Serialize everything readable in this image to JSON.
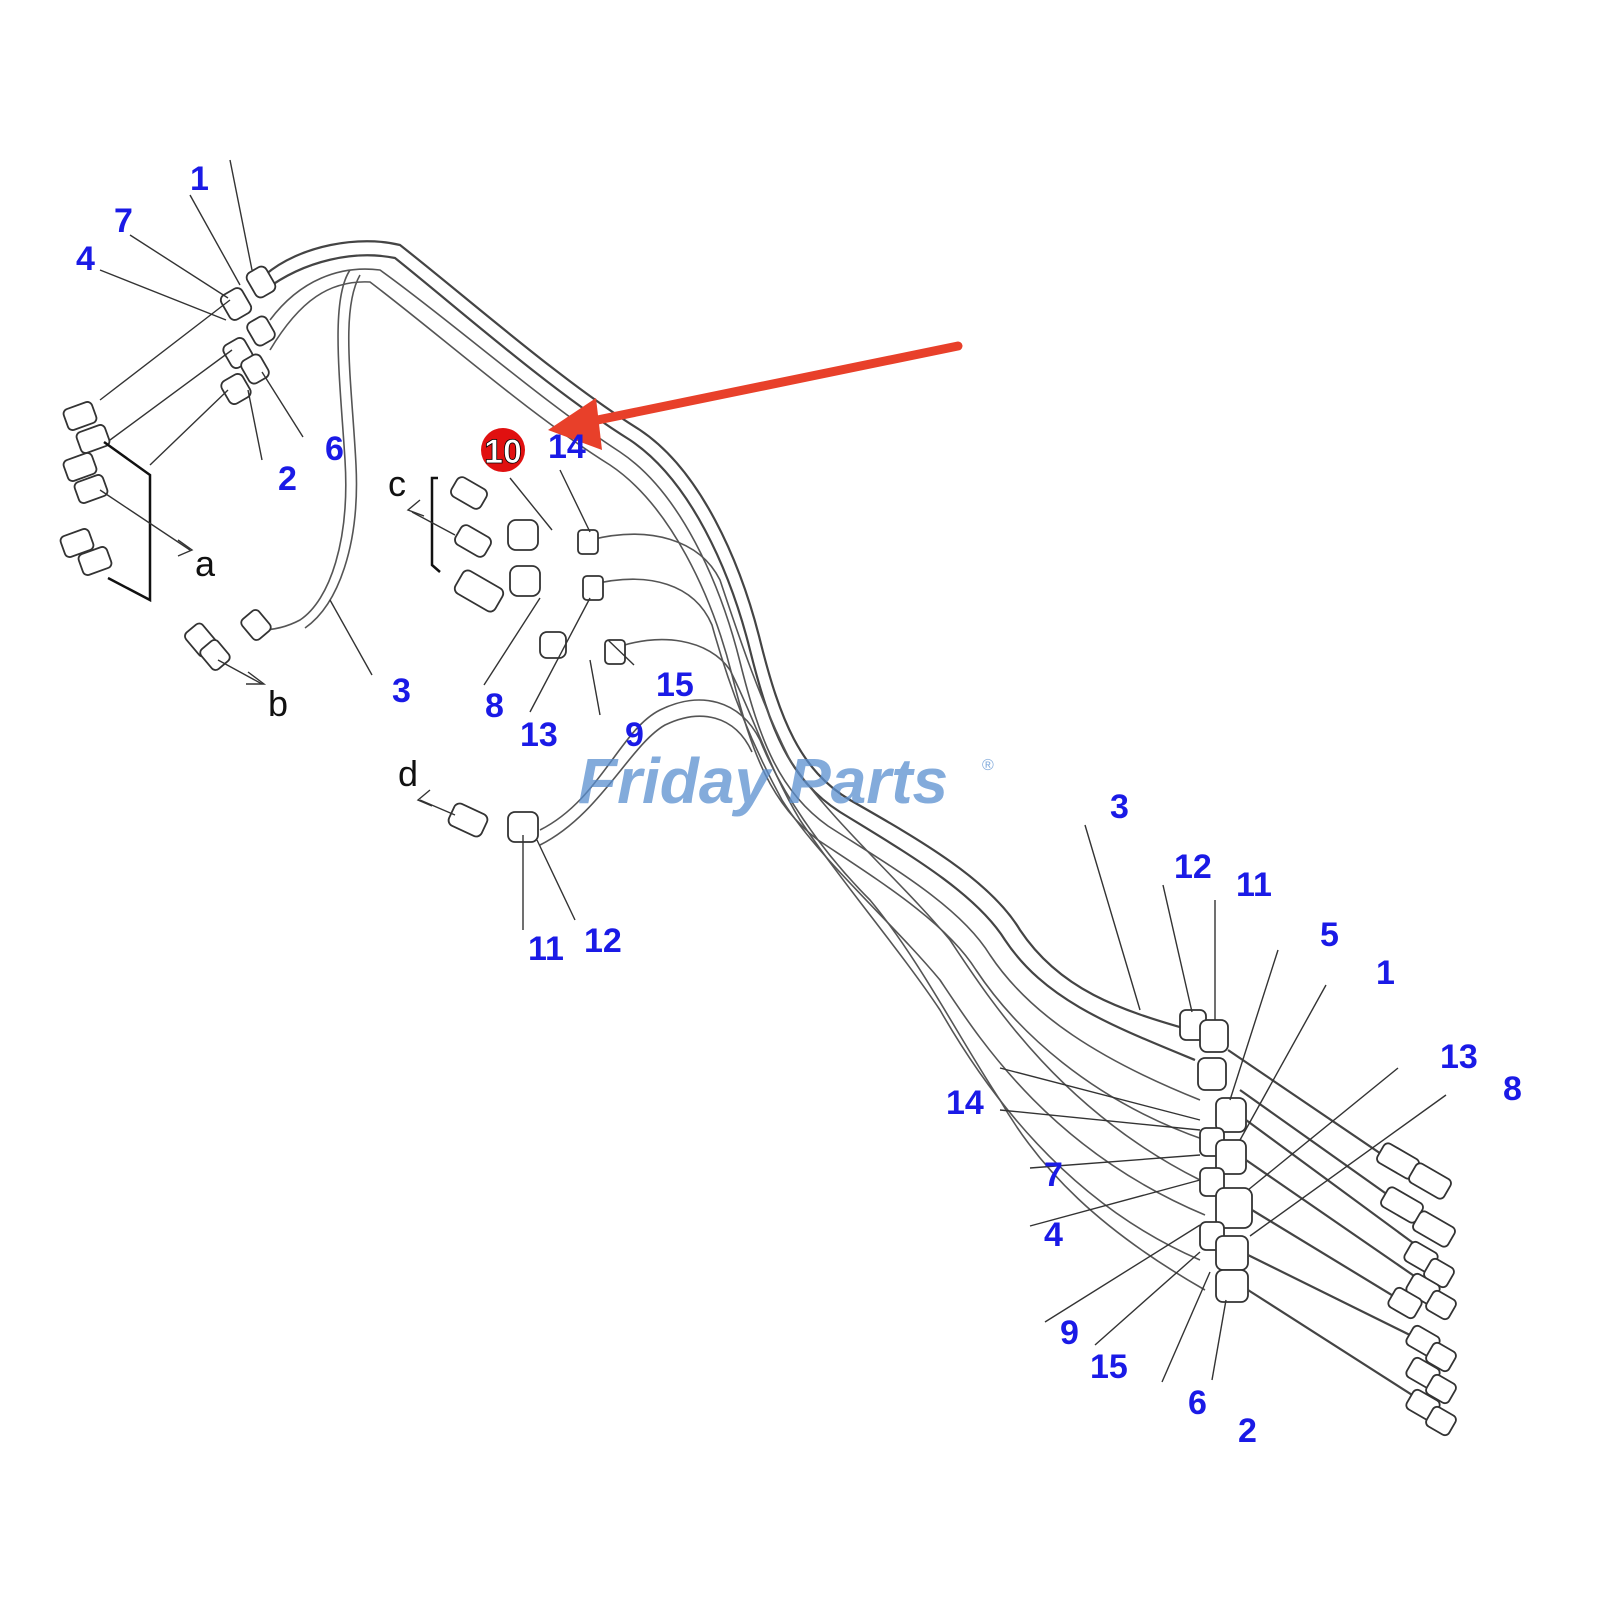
{
  "diagram": {
    "highlight": {
      "label": "10",
      "color": "#e01010",
      "arrow_color": "#e8402a"
    },
    "watermark": {
      "part1": "Friday",
      "part2": "Parts",
      "registered": "®",
      "color_primary": "#5a8fd0",
      "color_accent": "#f0a040"
    },
    "callout_color": "#1a1ae6",
    "callouts_top_left": [
      "1",
      "7",
      "4",
      "6",
      "2"
    ],
    "callouts_middle": [
      "14",
      "8",
      "13",
      "9",
      "3",
      "15",
      "11",
      "12"
    ],
    "callouts_right_upper": [
      "3",
      "12",
      "11",
      "5",
      "1",
      "13",
      "8"
    ],
    "callouts_right_lower": [
      "14",
      "7",
      "4",
      "9",
      "15",
      "6",
      "2"
    ],
    "view_letters": [
      "a",
      "b",
      "c",
      "d"
    ]
  }
}
